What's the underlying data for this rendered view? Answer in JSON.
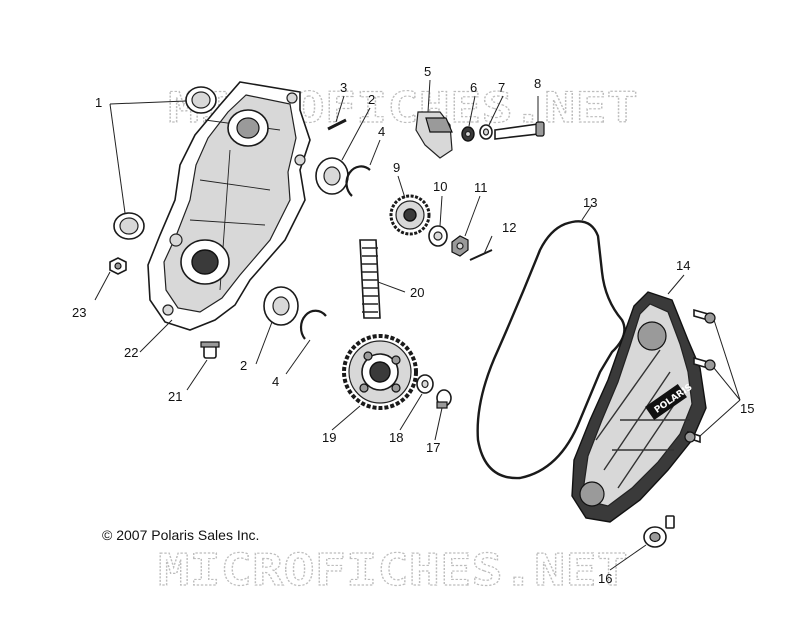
{
  "watermark": {
    "text": "MICROFICHES.NET"
  },
  "copyright": {
    "text": "© 2007 Polaris Sales Inc."
  },
  "cover_logo": {
    "line1": "POLARIS"
  },
  "callouts": [
    {
      "id": "c1",
      "label": "1"
    },
    {
      "id": "c2a",
      "label": "2"
    },
    {
      "id": "c2b",
      "label": "2"
    },
    {
      "id": "c3",
      "label": "3"
    },
    {
      "id": "c4a",
      "label": "4"
    },
    {
      "id": "c4b",
      "label": "4"
    },
    {
      "id": "c5",
      "label": "5"
    },
    {
      "id": "c6",
      "label": "6"
    },
    {
      "id": "c7",
      "label": "7"
    },
    {
      "id": "c8",
      "label": "8"
    },
    {
      "id": "c9",
      "label": "9"
    },
    {
      "id": "c10",
      "label": "10"
    },
    {
      "id": "c11",
      "label": "11"
    },
    {
      "id": "c12",
      "label": "12"
    },
    {
      "id": "c13",
      "label": "13"
    },
    {
      "id": "c14",
      "label": "14"
    },
    {
      "id": "c15",
      "label": "15"
    },
    {
      "id": "c16",
      "label": "16"
    },
    {
      "id": "c17",
      "label": "17"
    },
    {
      "id": "c18",
      "label": "18"
    },
    {
      "id": "c19",
      "label": "19"
    },
    {
      "id": "c20",
      "label": "20"
    },
    {
      "id": "c21",
      "label": "21"
    },
    {
      "id": "c22",
      "label": "22"
    },
    {
      "id": "c23",
      "label": "23"
    }
  ]
}
